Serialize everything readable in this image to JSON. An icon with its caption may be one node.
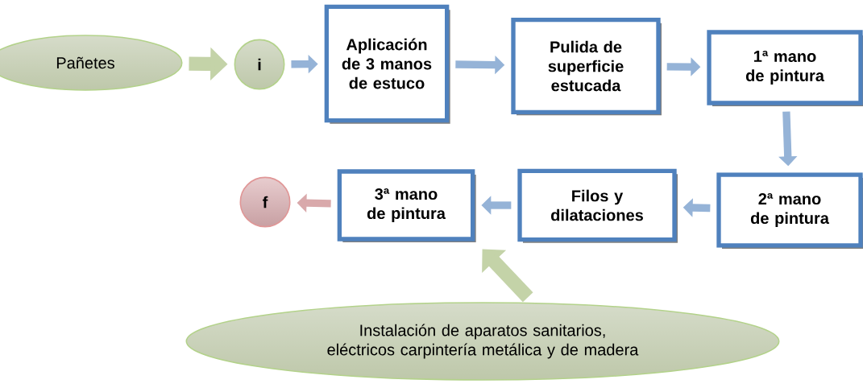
{
  "diagram": {
    "nodes": [
      {
        "text": [
          "Pañetes"
        ]
      },
      {
        "text": [
          "i"
        ]
      },
      {
        "text": [
          "Aplicación de 3 manos de estuco"
        ]
      },
      {
        "text": [
          "Pulida de superficie estucada"
        ]
      },
      {
        "text": [
          "1ª mano de pintura"
        ]
      },
      {
        "text": [
          "2ª mano de pintura"
        ]
      },
      {
        "text": [
          "Filos y dilataciones"
        ]
      },
      {
        "text": [
          "3ª mano de pintura"
        ]
      },
      {
        "text": [
          "f"
        ]
      },
      {
        "text": [
          "Instalación de aparatos sanitarios, eléctricos carpintería metálica y de madera"
        ]
      }
    ],
    "edges": [
      {
        "from": 0,
        "to": 1,
        "arrow": "to",
        "style": "thick",
        "color": "#c4d3a8"
      },
      {
        "from": 1,
        "to": 2,
        "arrow": "to"
      },
      {
        "from": 2,
        "to": 3,
        "arrow": "to"
      },
      {
        "from": 3,
        "to": 4,
        "arrow": "to"
      },
      {
        "from": 4,
        "to": 5,
        "arrow": "to"
      },
      {
        "from": 5,
        "to": 6,
        "arrow": "to"
      },
      {
        "from": 6,
        "to": 7,
        "arrow": "to"
      },
      {
        "from": 7,
        "to": 8,
        "arrow": "to",
        "color": "#d9a9ab"
      },
      {
        "from": 9,
        "to": 7,
        "arrow": "to",
        "style": "thick",
        "color": "#c4d3a8"
      }
    ]
  }
}
